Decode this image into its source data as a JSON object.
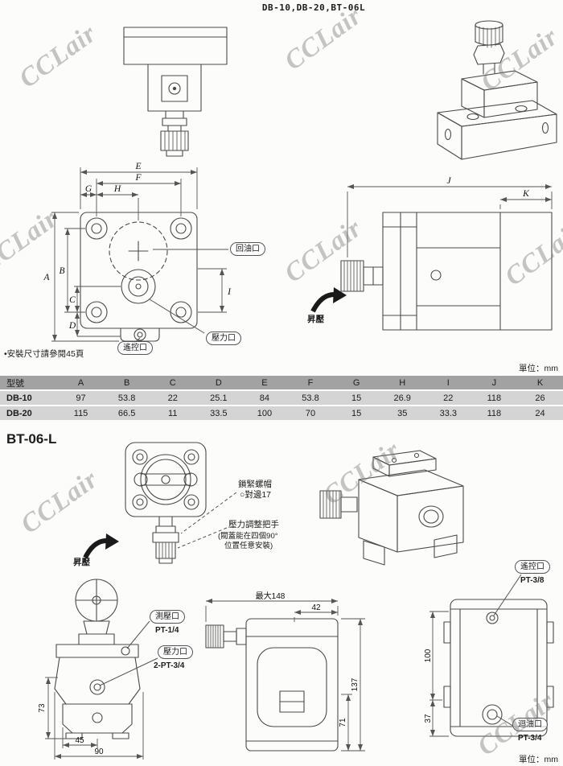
{
  "page": {
    "title": "DB-10,DB-20,BT-06L",
    "watermark": "CCLair",
    "note": "•安裝尺寸請參閱45頁",
    "unit_top": "單位：mm",
    "unit_bottom": "單位：mm",
    "bt_section_title": "BT-06-L"
  },
  "db_labels": {
    "return_port": "回油口",
    "remote_port": "遙控口",
    "pressure_port": "壓力口",
    "boost": "昇壓"
  },
  "bt_labels": {
    "lock_nut": "鎖緊螺帽",
    "lock_nut_sub": "○對邊17",
    "adjust_handle": "壓力調整把手",
    "adjust_handle_note1": "(閥蓋能在四個90°",
    "adjust_handle_note2": "位置任意安裝)",
    "boost": "昇壓",
    "gauge_port": "測壓口",
    "gauge_port_thread": "PT-1/4",
    "pressure_port": "壓力口",
    "pressure_port_thread": "2-PT-3/4",
    "remote_port": "遙控口",
    "remote_port_thread": "PT-3/8",
    "return_port": "迴油口",
    "return_port_thread": "PT-3/4",
    "max_width": "最大148"
  },
  "dim_letters": {
    "A": "A",
    "B": "B",
    "C": "C",
    "D": "D",
    "E": "E",
    "F": "F",
    "G": "G",
    "H": "H",
    "I": "I",
    "J": "J",
    "K": "K"
  },
  "dim_values": {
    "d42": "42",
    "d137": "137",
    "d71": "71",
    "d100": "100",
    "d37": "37",
    "d73": "73",
    "d45": "45",
    "d90": "90"
  },
  "table": {
    "headers": [
      "型號",
      "A",
      "B",
      "C",
      "D",
      "E",
      "F",
      "G",
      "H",
      "I",
      "J",
      "K"
    ],
    "rows": [
      {
        "model": "DB-10",
        "values": [
          "97",
          "53.8",
          "22",
          "25.1",
          "84",
          "53.8",
          "15",
          "26.9",
          "22",
          "118",
          "26"
        ]
      },
      {
        "model": "DB-20",
        "values": [
          "115",
          "66.5",
          "11",
          "33.5",
          "100",
          "70",
          "15",
          "35",
          "33.3",
          "118",
          "24"
        ]
      }
    ]
  }
}
